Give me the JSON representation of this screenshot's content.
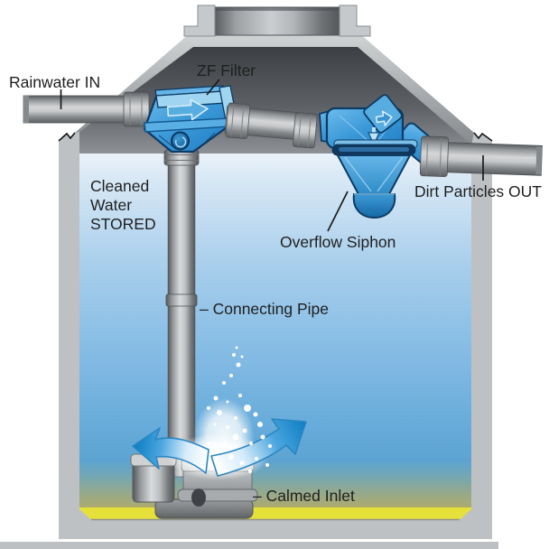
{
  "diagram": {
    "labels": {
      "rainwater_in": "Rainwater IN",
      "zf_filter": "ZF Filter",
      "cleaned_water_line1": "Cleaned",
      "cleaned_water_line2": "Water",
      "cleaned_water_line3": "STORED",
      "overflow_siphon": "Overflow Siphon",
      "dirt_particles_out": "Dirt Particles OUT",
      "connecting_pipe": "– Connecting Pipe",
      "calmed_inlet": "– Calmed Inlet"
    },
    "colors": {
      "background": "#ffffff",
      "concrete": "#bdc1c4",
      "roof_shade_dark": "#83878a",
      "interior_shadow": "#4a4e52",
      "water_top": "#eaf2f9",
      "water_deep": "#5fa8d9",
      "sediment_olive": "#b2ad62",
      "sediment_yellow": "#e6e03a",
      "device_blue": "#3b99d8",
      "device_blue_dark": "#0e3a63",
      "device_blue_light": "#a0d5f2",
      "pipe_gray_light": "#d8dadb",
      "pipe_gray_dark": "#55595c",
      "arrow_blue": "#0f7fc4",
      "bubble_white": "#ffffff",
      "label_text": "#1f1f1f"
    }
  }
}
